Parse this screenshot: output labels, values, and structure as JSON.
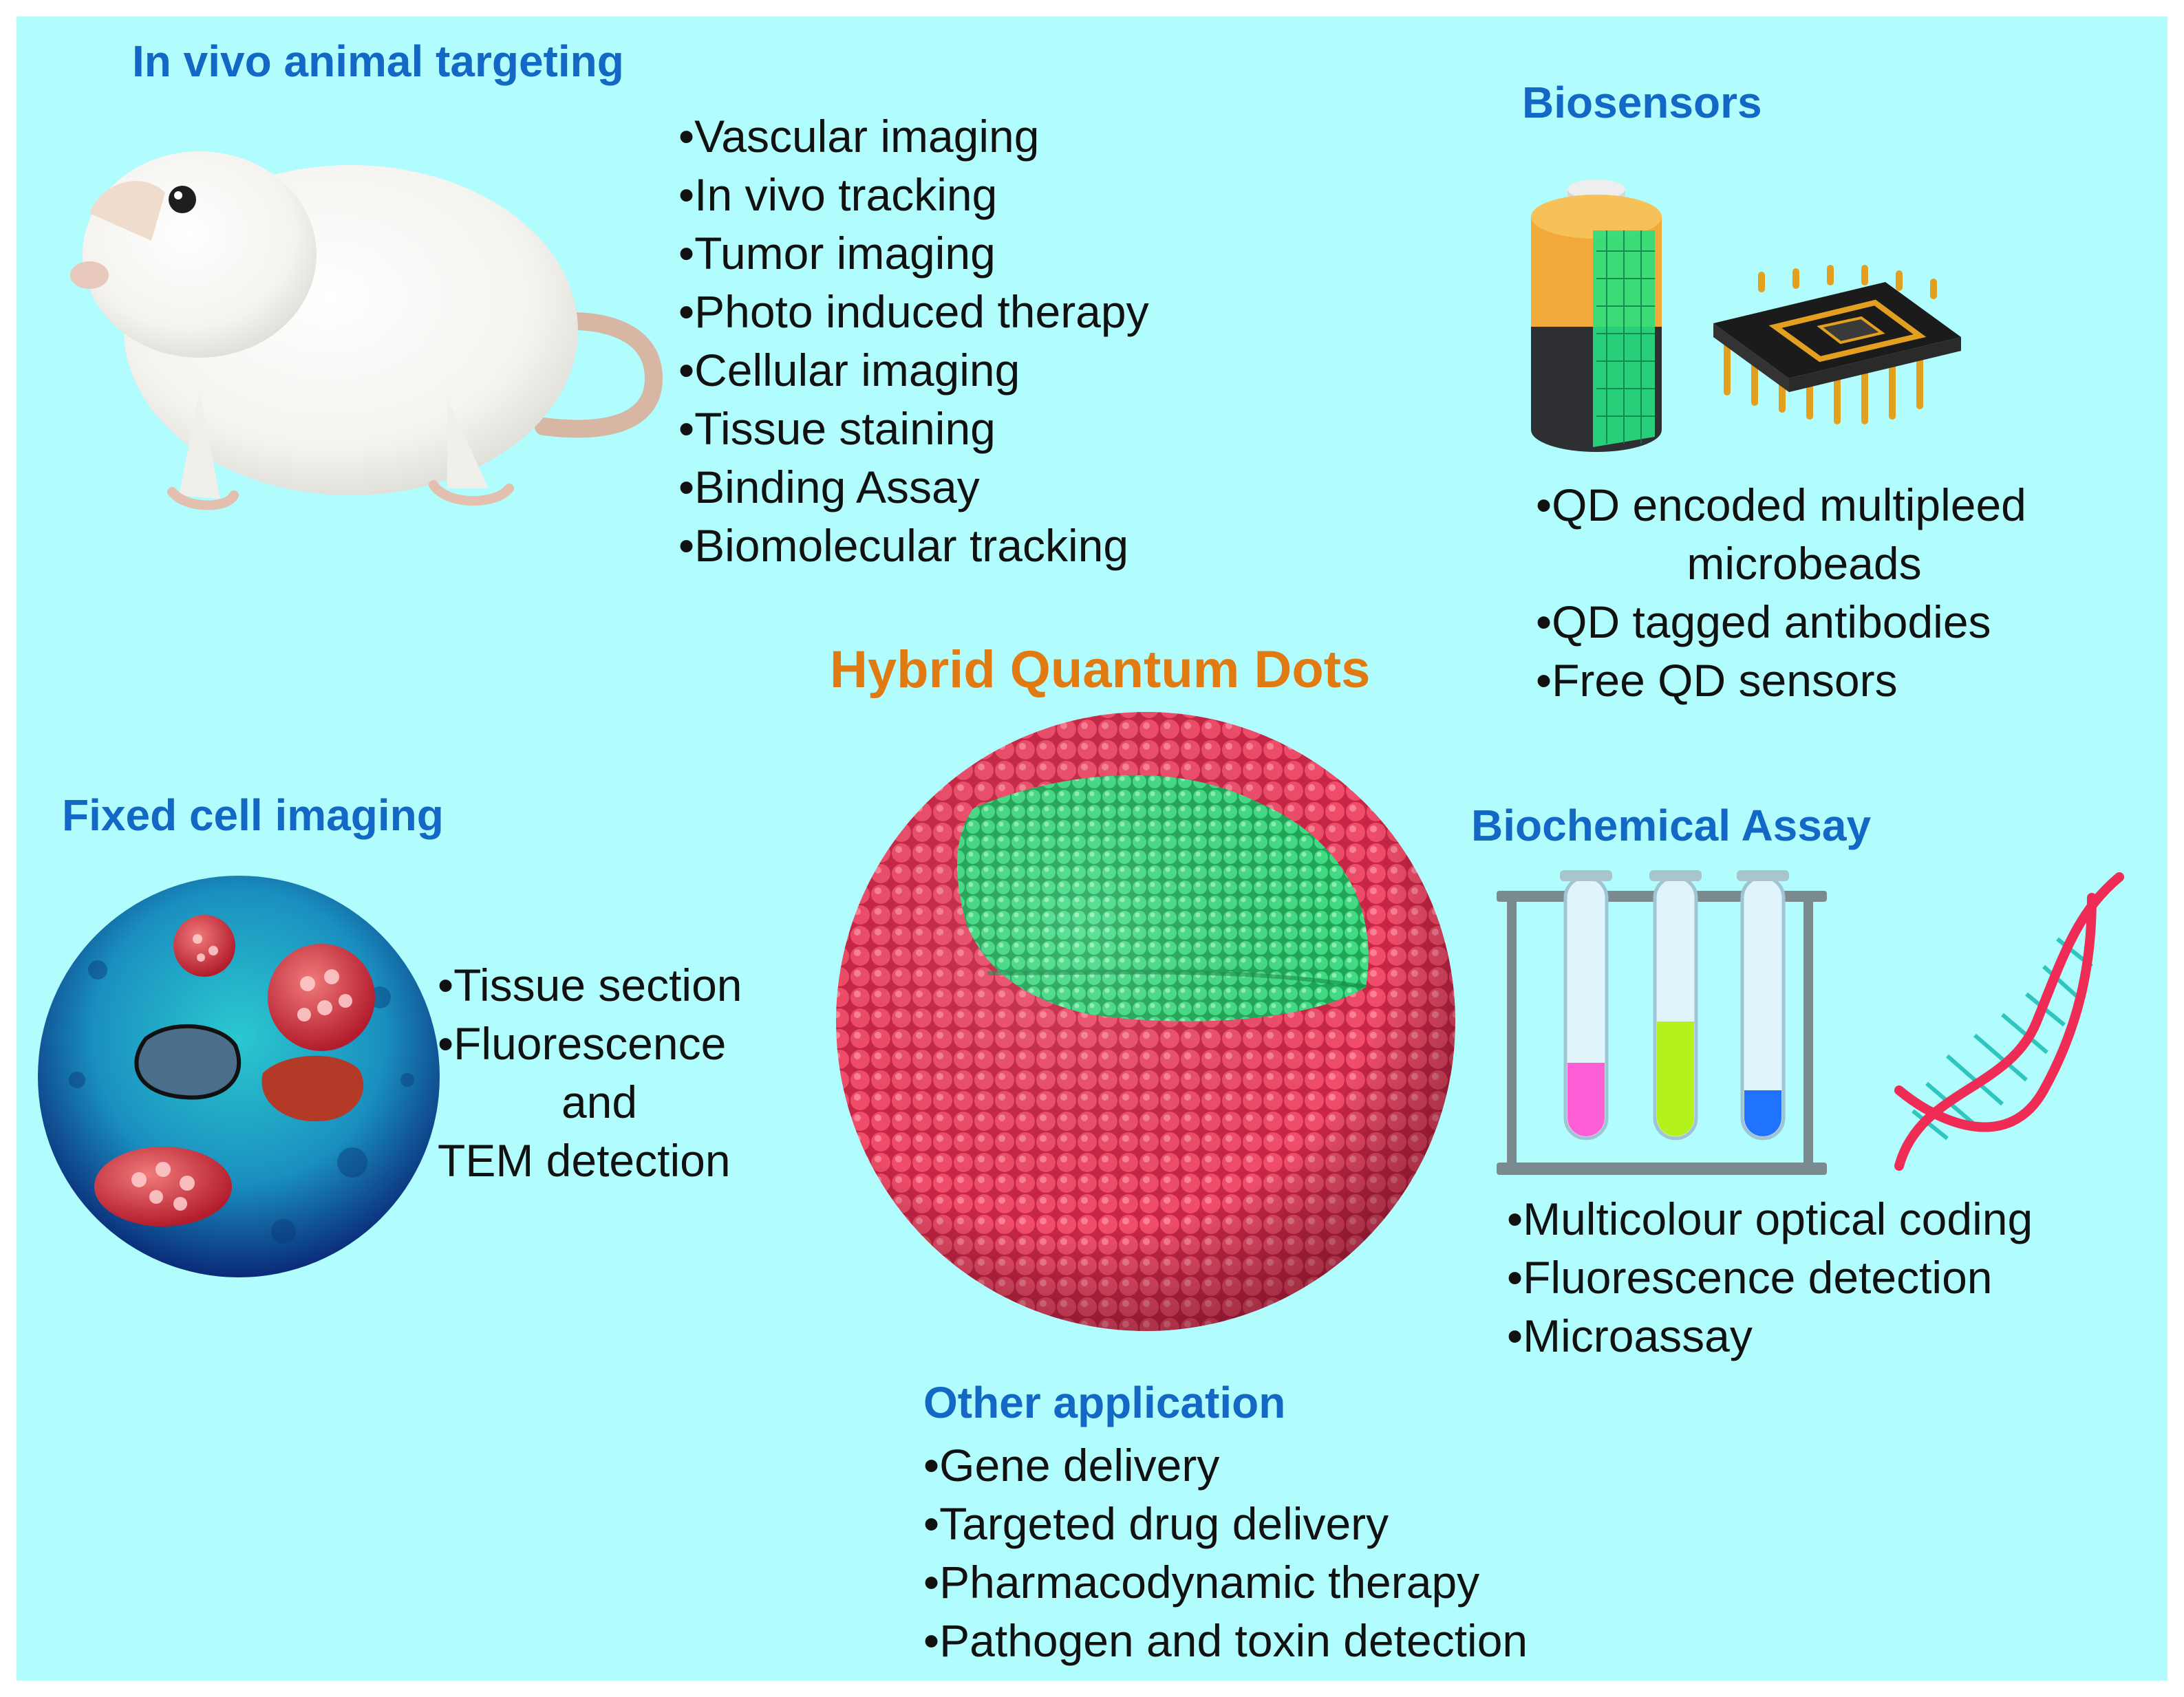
{
  "title": "Hybrid Quantum Dots",
  "colors": {
    "background": "#b1fcfc",
    "heading": "#1268c4",
    "title": "#e27a12",
    "shell": "#e8405f",
    "core": "#3ddc7e"
  },
  "sections": {
    "in_vivo": {
      "heading": "In vivo animal targeting",
      "items": [
        "Vascular imaging",
        "In vivo tracking",
        "Tumor imaging",
        "Photo induced therapy",
        "Cellular imaging",
        "Tissue staining",
        "Binding Assay",
        "Biomolecular tracking"
      ]
    },
    "biosensors": {
      "heading": "Biosensors",
      "items": [
        "QD encoded multipleed",
        "microbeads",
        "QD tagged antibodies",
        "Free QD sensors"
      ]
    },
    "fixed_cell": {
      "heading": "Fixed cell imaging",
      "items": [
        "Tissue section",
        "Fluorescence",
        "and",
        "TEM detection"
      ]
    },
    "biochemical": {
      "heading": "Biochemical Assay",
      "items": [
        "Multicolour optical coding",
        "Fluorescence detection",
        "Microassay"
      ]
    },
    "other": {
      "heading": "Other application",
      "items": [
        "Gene delivery",
        "Targeted drug delivery",
        "Pharmacodynamic therapy",
        "Pathogen and toxin detection"
      ]
    }
  },
  "icons": {
    "rat": "rat-icon",
    "battery": "battery-icon",
    "chip": "microchip-icon",
    "cell": "cell-imaging-icon",
    "tubes": "test-tubes-icon",
    "dna": "dna-helix-icon",
    "qd": "quantum-dot-icon"
  }
}
